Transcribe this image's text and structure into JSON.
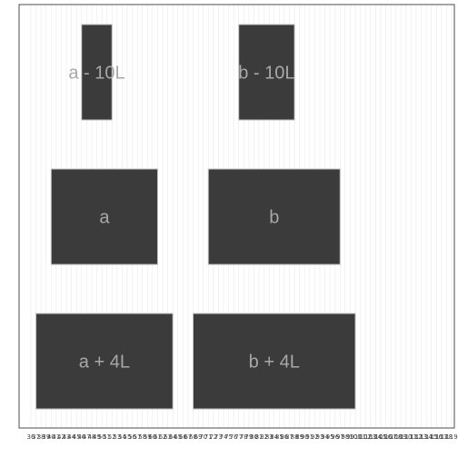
{
  "x_axis": {
    "min": 36,
    "max": 119,
    "tick_labels_start": 36,
    "tick_labels_end": 119
  },
  "boxes": [
    {
      "label": "a - 10L",
      "xmin": 46,
      "xmax": 52
    },
    {
      "label": "b - 10L",
      "xmin": 77,
      "xmax": 88
    },
    {
      "label": "a",
      "xmin": 40,
      "xmax": 61
    },
    {
      "label": "b",
      "xmin": 71,
      "xmax": 97
    },
    {
      "label": "a + 4L",
      "xmin": 37,
      "xmax": 64
    },
    {
      "label": "b + 4L",
      "xmin": 68,
      "xmax": 100
    }
  ],
  "colors": {
    "box_fill": "#3b3b3b",
    "box_border": "#bfbfbf",
    "box_text": "#a8a8a8",
    "grid": "#e9e9e9",
    "panel_border": "#4d4d4d"
  }
}
